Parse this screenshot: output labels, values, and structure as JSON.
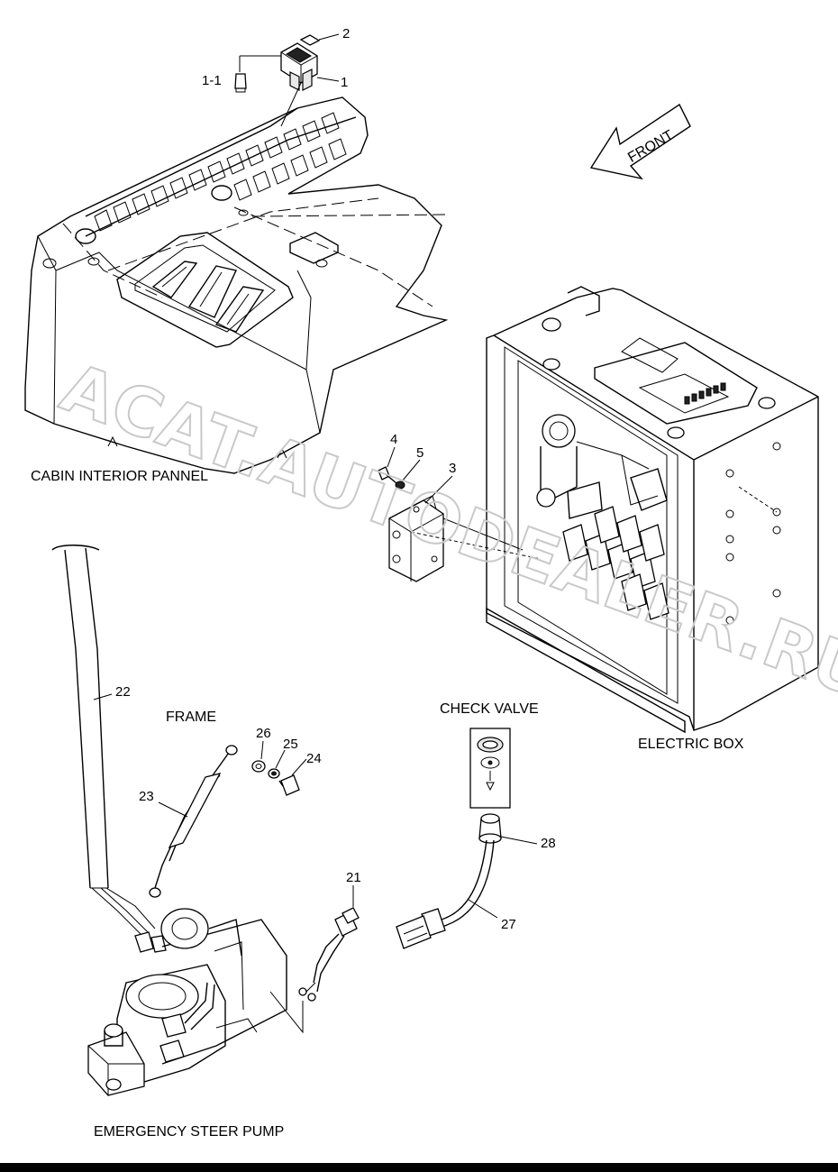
{
  "labels": {
    "cabin_panel": "CABIN INTERIOR PANNEL",
    "front_arrow": "FRONT",
    "frame": "FRAME",
    "check_valve": "CHECK VALVE",
    "electric_box": "ELECTRIC BOX",
    "emergency_pump": "EMERGENCY STEER PUMP"
  },
  "callouts": {
    "c1": "1",
    "c1_1": "1-1",
    "c2": "2",
    "c3": "3",
    "c4": "4",
    "c5": "5",
    "c21": "21",
    "c22": "22",
    "c23": "23",
    "c24": "24",
    "c25": "25",
    "c26": "26",
    "c27": "27",
    "c28": "28"
  },
  "watermark": "ACAT.AUTODEALER.RU",
  "colors": {
    "line": "#000000",
    "background": "#ffffff",
    "watermark": "#c9c9c9"
  }
}
